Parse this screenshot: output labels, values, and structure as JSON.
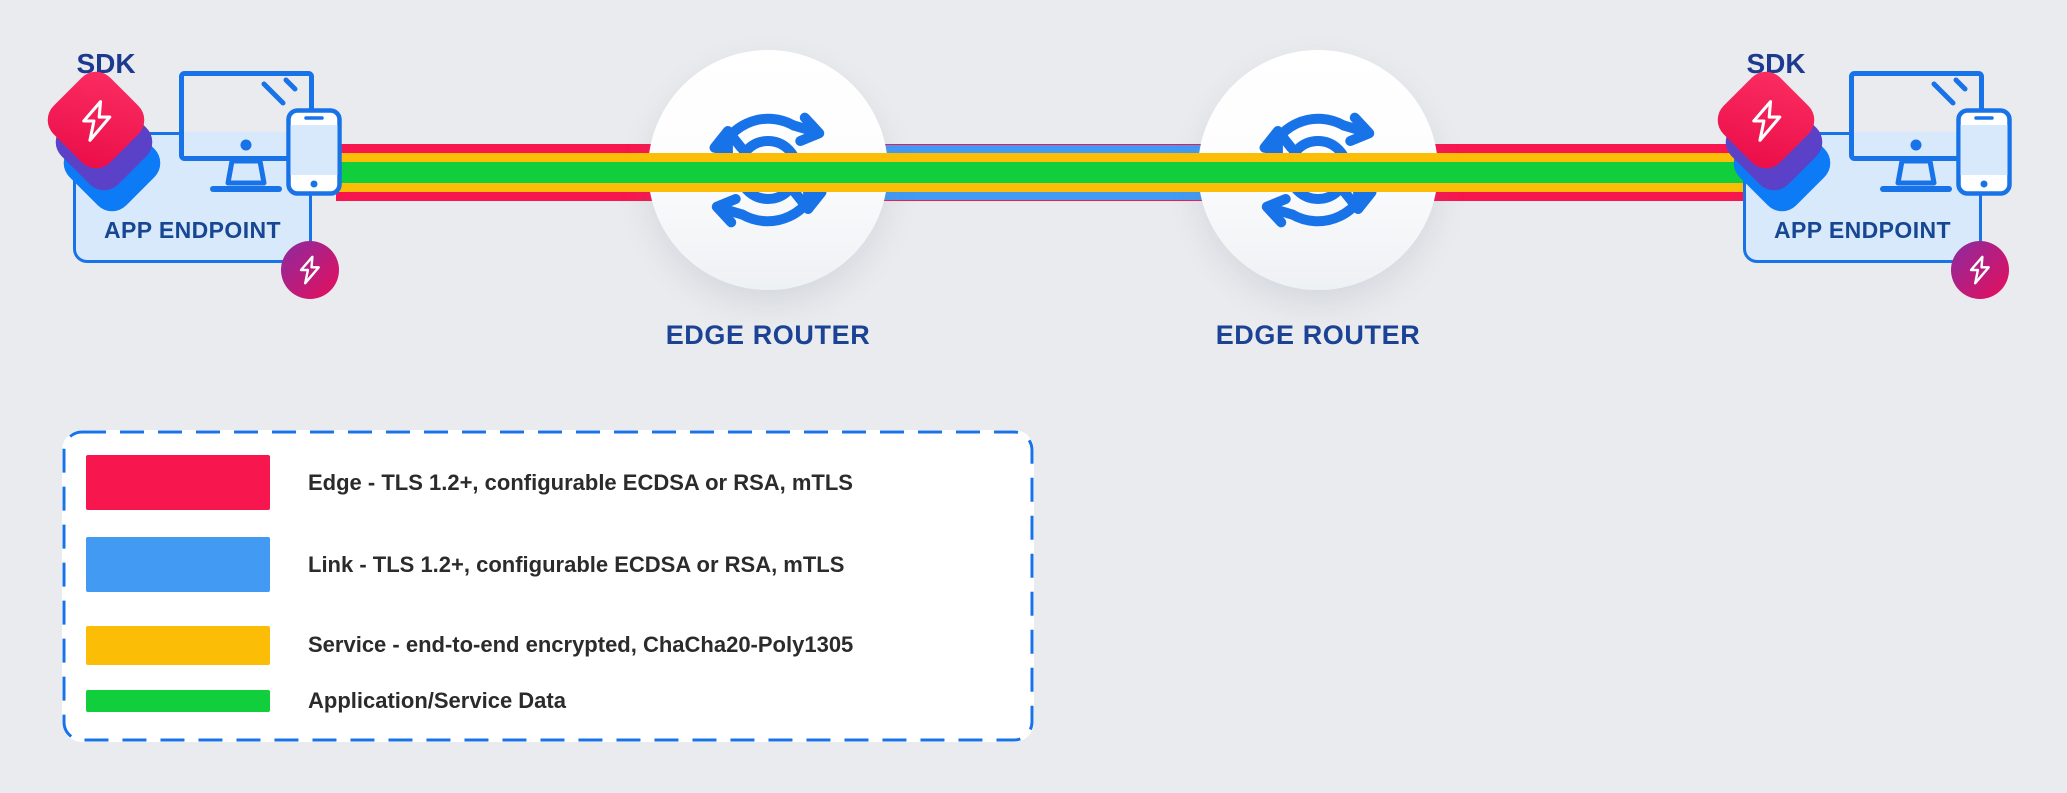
{
  "colors": {
    "background": "#e9ebee",
    "outline_blue": "#1973e8",
    "panel_blue": "#d8e9fc",
    "navy_text": "#1c4296",
    "edge_red": "#f8164f",
    "link_blue": "#429af3",
    "service_yellow": "#fcbd06",
    "data_green": "#10ce3c",
    "sdk_top_red": "#f2114d",
    "sdk_mid_purple": "#5b40c8",
    "sdk_bottom_blue": "#0c7bf5",
    "badge_gradient": "linear-gradient(135deg,#8a2ba0,#e80e5a)",
    "sdk_red_gradient": "linear-gradient(150deg,#fb2e62,#ea0c47)"
  },
  "endpoint_left": {
    "sdk_label": "SDK",
    "label": "APP ENDPOINT"
  },
  "endpoint_right": {
    "sdk_label": "SDK",
    "label": "APP ENDPOINT"
  },
  "routers": {
    "left_label": "EDGE ROUTER",
    "right_label": "EDGE ROUTER",
    "icon_letter": "R"
  },
  "legend": {
    "items": [
      {
        "key": "edge",
        "label": "Edge - TLS 1.2+, configurable ECDSA or RSA, mTLS",
        "color": "#f8164f"
      },
      {
        "key": "link",
        "label": "Link - TLS 1.2+, configurable ECDSA or RSA, mTLS",
        "color": "#429af3"
      },
      {
        "key": "service",
        "label": "Service - end-to-end encrypted, ChaCha20-Poly1305",
        "color": "#fcbd06"
      },
      {
        "key": "data",
        "label": "Application/Service Data",
        "color": "#10ce3c"
      }
    ]
  }
}
